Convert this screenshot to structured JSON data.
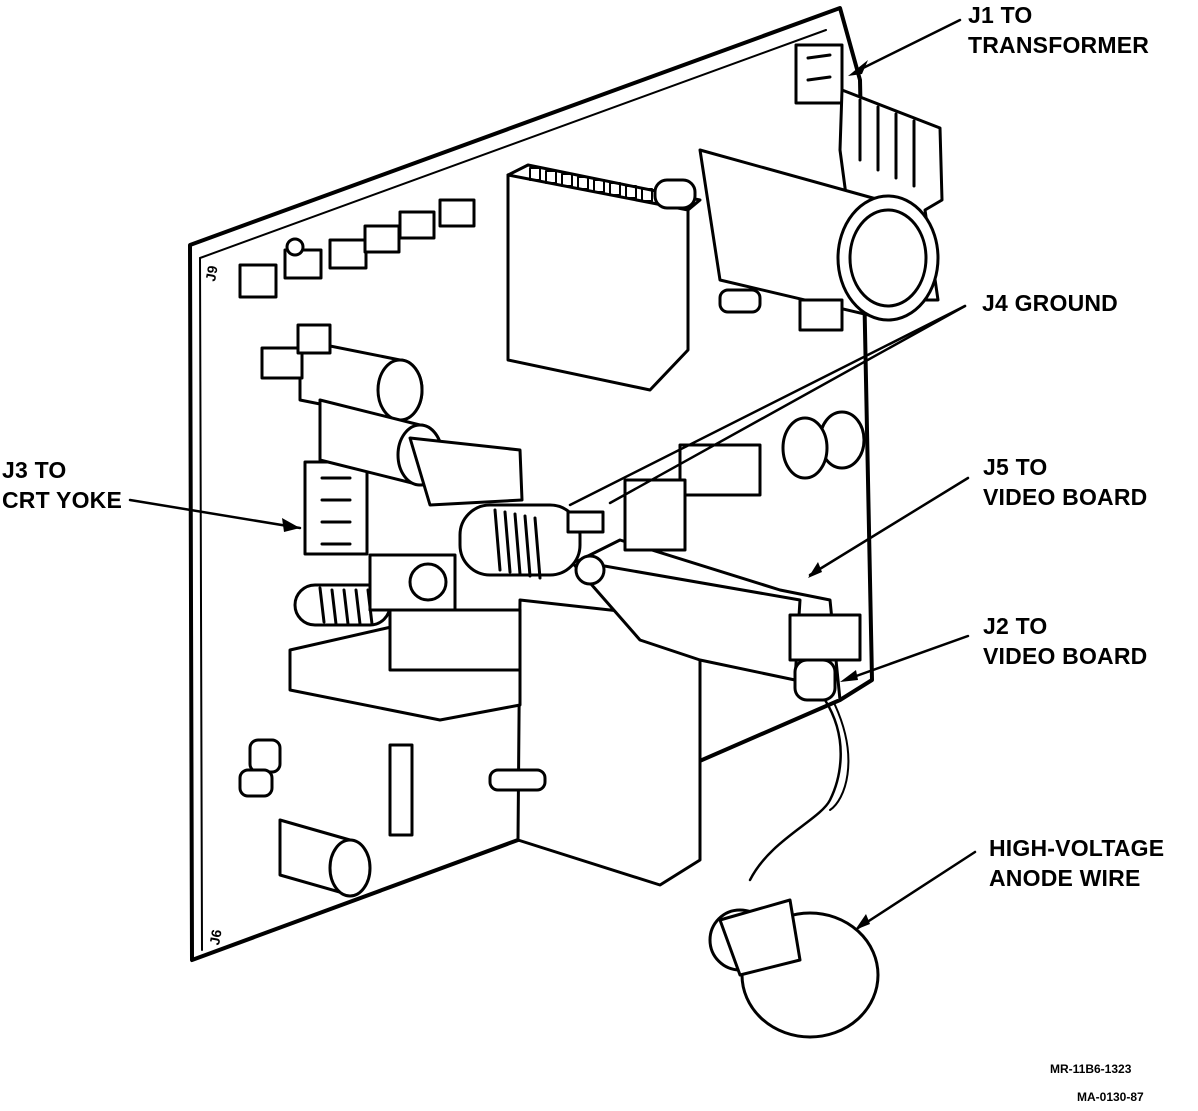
{
  "figure": {
    "subject": "CRT power/deflection board assembly with connectors",
    "stroke_color": "#000000",
    "background_color": "#ffffff"
  },
  "callouts": [
    {
      "id": "j1",
      "lines": [
        "J1 TO",
        "TRANSFORMER"
      ]
    },
    {
      "id": "j4",
      "lines": [
        "J4 GROUND"
      ]
    },
    {
      "id": "j3",
      "lines": [
        "J3 TO",
        "CRT YOKE"
      ]
    },
    {
      "id": "j5",
      "lines": [
        "J5 TO",
        "VIDEO BOARD"
      ]
    },
    {
      "id": "j2",
      "lines": [
        "J2 TO",
        "VIDEO BOARD"
      ]
    },
    {
      "id": "hv",
      "lines": [
        "HIGH-VOLTAGE",
        "ANODE WIRE"
      ]
    }
  ],
  "board_markings": {
    "top_left": "J9",
    "bottom_left": "J6"
  },
  "figure_ids": [
    "MR-11B6-1323",
    "MA-0130-87"
  ]
}
